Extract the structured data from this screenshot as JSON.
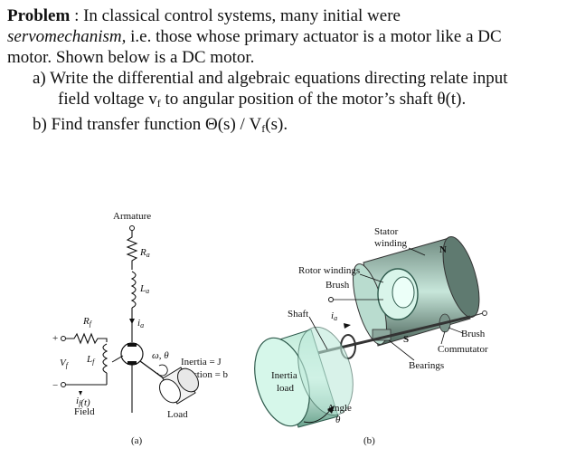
{
  "problem": {
    "heading": "Problem",
    "colon": " : ",
    "line1_rest": "In classical control systems, many initial were",
    "line2_italic": "servomechanism,",
    "line2_rest": " i.e. those whose primary actuator is a motor like a DC",
    "line3": "motor. Shown below is a DC motor.",
    "item_a_line1": "a)  Write the differential and algebraic equations directing relate input",
    "item_a_line2_pre": "field voltage v",
    "item_a_line2_sub": "f",
    "item_a_line2_post": " to angular position of the motor’s shaft θ(t).",
    "item_b_pre": "b)  Find transfer function Θ(s) / V",
    "item_b_sub": "f",
    "item_b_post": "(s)."
  },
  "figure_a": {
    "armature": "Armature",
    "Ra": "R",
    "Ra_sub": "a",
    "La": "L",
    "La_sub": "a",
    "ia": "i",
    "ia_sub": "a",
    "Rf": "R",
    "Rf_sub": "f",
    "Lf": "L",
    "Lf_sub": "f",
    "Vf": "V",
    "Vf_sub": "f",
    "plus": "+",
    "minus": "−",
    "if": "i",
    "if_sub": "f",
    "if_t": "(t)",
    "field": "Field",
    "omega_theta": "ω, θ",
    "inertia": "Inertia = J",
    "friction": "Friction = b",
    "load": "Load",
    "caption": "(a)"
  },
  "figure_b": {
    "stator": "Stator",
    "winding": "winding",
    "rotor_windings": "Rotor windings",
    "brush_top": "Brush",
    "shaft": "Shaft",
    "ia": "i",
    "ia_sub": "a",
    "N": "N",
    "S": "S",
    "brush_right": "Brush",
    "commutator": "Commutator",
    "bearings": "Bearings",
    "inertia_load_1": "Inertia",
    "inertia_load_2": "load",
    "angle": "Angle",
    "theta": "θ",
    "caption": "(b)"
  }
}
